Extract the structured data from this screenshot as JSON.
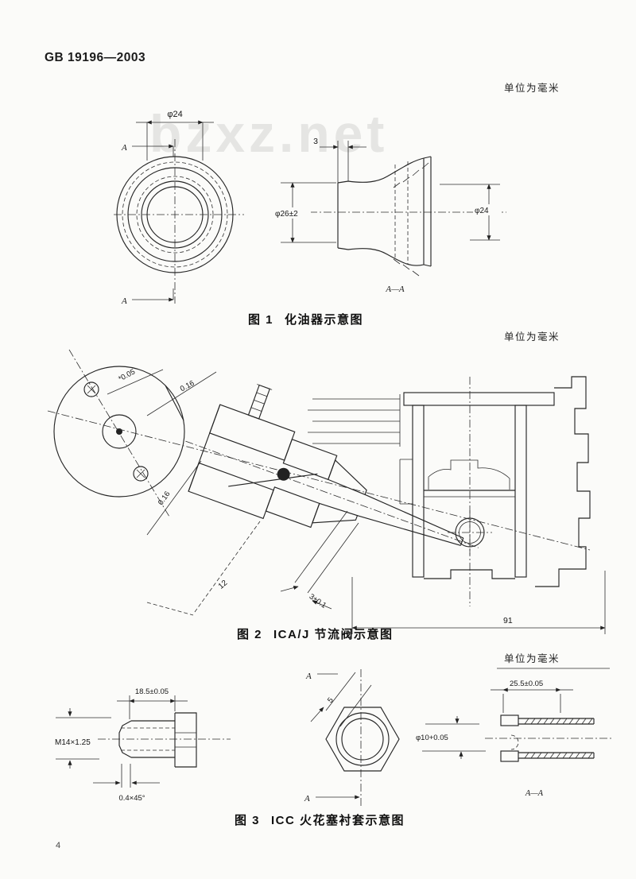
{
  "page": {
    "doc_number": "GB 19196—2003",
    "unit_note": "单位为毫米",
    "watermark": "bzxz.net",
    "page_number": "4"
  },
  "figure1": {
    "caption_no": "图 1",
    "caption_title": "化油器示意图",
    "dia_top": "φ24",
    "marker_a": "A",
    "step_dim": "3",
    "dia_left": "φ26±2",
    "dia_right": "φ24",
    "section_label": "A—A"
  },
  "figure2": {
    "caption_no": "图 2",
    "caption_title": "ICA/J 节流阀示意图",
    "tol_upper": "*0.05",
    "tol_axis": "0.16",
    "tol_lower": "0.16",
    "dim_12": "12",
    "dim_gap": "3±0.1",
    "dim_total": "91"
  },
  "figure3": {
    "caption_no": "图 3",
    "caption_title": "ICC 火花塞衬套示意图",
    "dim_length": "18.5±0.05",
    "thread": "M14×1.25",
    "chamfer": "0.4×45°",
    "marker_a": "A",
    "dim_5": "5",
    "bore": "φ10+0.05",
    "dim_sleeve": "25.5±0.05",
    "section_label": "A—A"
  }
}
